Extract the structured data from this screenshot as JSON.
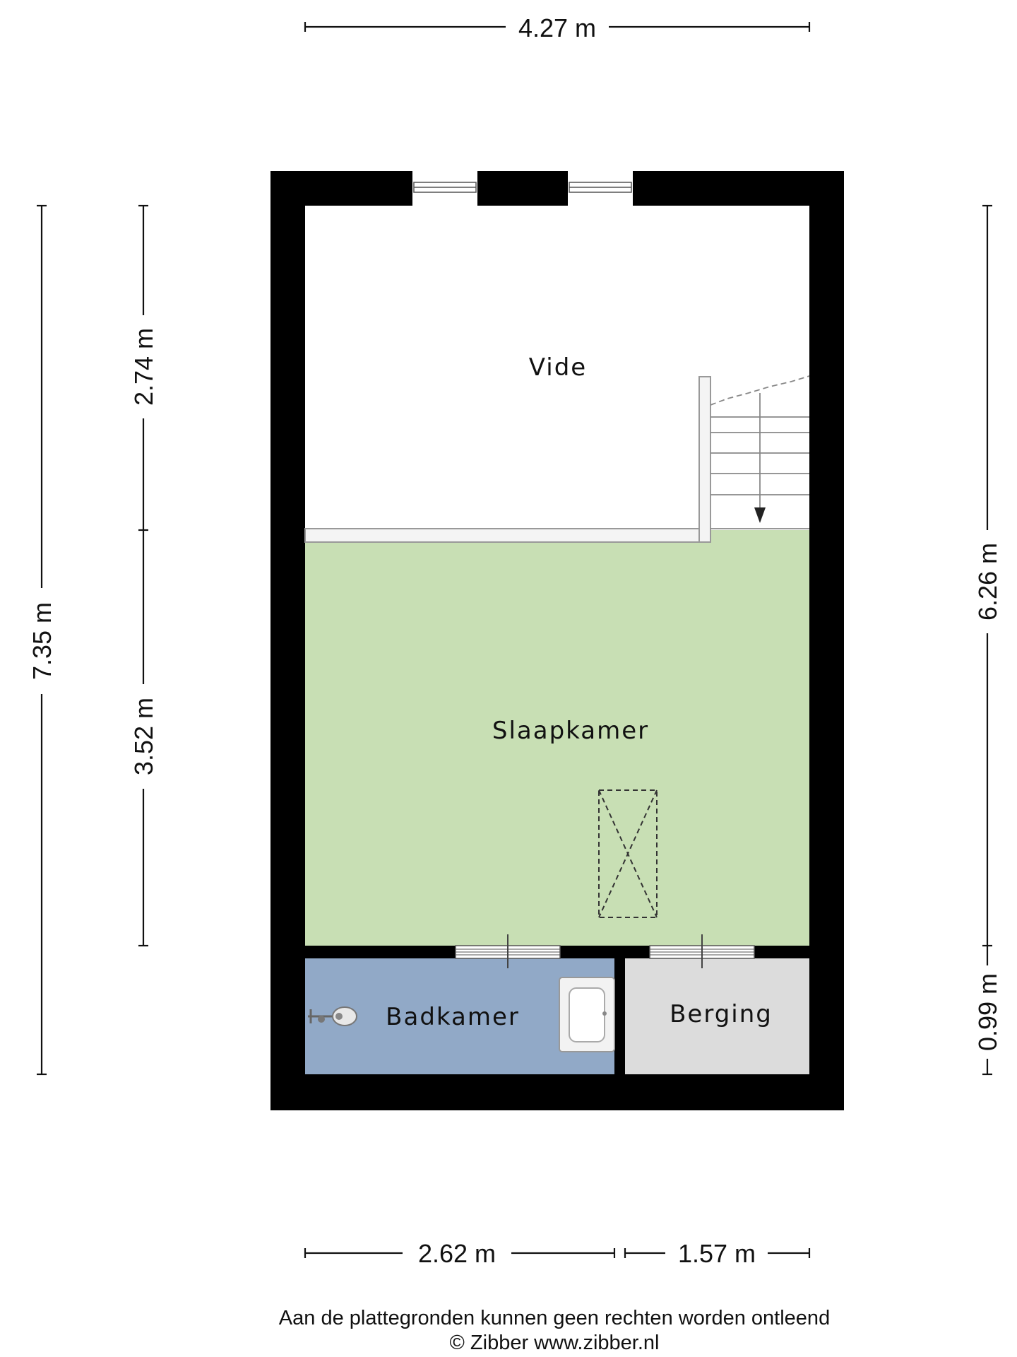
{
  "dimensions": {
    "top_width": "4.27 m",
    "left_total": "7.35 m",
    "left_upper": "2.74 m",
    "left_lower": "3.52 m",
    "right_upper": "6.26 m",
    "right_lower": "0.99 m",
    "bottom_left": "2.62 m",
    "bottom_right": "1.57 m"
  },
  "rooms": {
    "vide": "Vide",
    "slaapkamer": "Slaapkamer",
    "badkamer": "Badkamer",
    "berging": "Berging"
  },
  "footer": {
    "disclaimer": "Aan de plattegronden kunnen geen rechten worden ontleend",
    "copyright": "© Zibber www.zibber.nl"
  },
  "colors": {
    "wall": "#000000",
    "slaapkamer_floor": "#c8dfb4",
    "badkamer_floor": "#91a9c7",
    "berging_floor": "#dcdcdc",
    "vide_floor": "#ffffff"
  }
}
